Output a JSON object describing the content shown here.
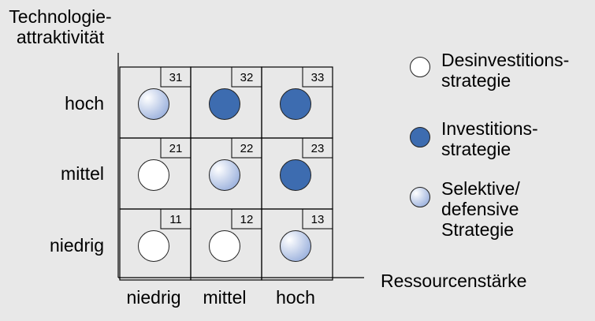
{
  "axes": {
    "y_title": [
      "Technologie-",
      "attraktivität"
    ],
    "x_title": "Ressourcenstärke",
    "rows": [
      "hoch",
      "mittel",
      "niedrig"
    ],
    "columns": [
      "niedrig",
      "mittel",
      "hoch"
    ]
  },
  "matrix": {
    "cells": [
      {
        "row": "hoch",
        "column": "niedrig",
        "number": "31",
        "strategy": "selective"
      },
      {
        "row": "hoch",
        "column": "mittel",
        "number": "32",
        "strategy": "investition"
      },
      {
        "row": "hoch",
        "column": "hoch",
        "number": "33",
        "strategy": "investition"
      },
      {
        "row": "mittel",
        "column": "niedrig",
        "number": "21",
        "strategy": "desinvestition"
      },
      {
        "row": "mittel",
        "column": "mittel",
        "number": "22",
        "strategy": "selective"
      },
      {
        "row": "mittel",
        "column": "hoch",
        "number": "23",
        "strategy": "investition"
      },
      {
        "row": "niedrig",
        "column": "niedrig",
        "number": "11",
        "strategy": "desinvestition"
      },
      {
        "row": "niedrig",
        "column": "mittel",
        "number": "12",
        "strategy": "desinvestition"
      },
      {
        "row": "niedrig",
        "column": "hoch",
        "number": "13",
        "strategy": "selective"
      }
    ]
  },
  "legend": [
    {
      "key": "desinvestition",
      "lines": [
        "Desinvestitions-",
        "strategie"
      ]
    },
    {
      "key": "investition",
      "lines": [
        "Investitions-",
        "strategie"
      ]
    },
    {
      "key": "selective",
      "lines": [
        "Selektive/",
        "defensive",
        "Strategie"
      ]
    }
  ],
  "colors": {
    "background": "#e8e8e8",
    "investition": "#3d6cb0",
    "selective_light": "#ffffff",
    "selective_dark": "#9fb4de",
    "desinvestition": "#ffffff",
    "lines": "#000000"
  }
}
